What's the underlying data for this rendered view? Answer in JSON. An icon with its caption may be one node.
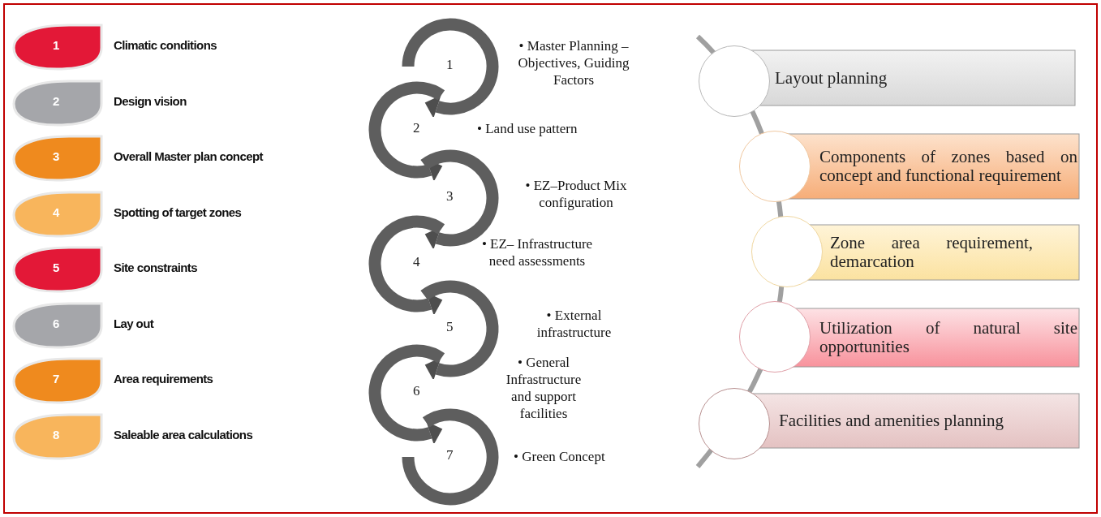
{
  "diagram": {
    "nodes": [
      {
        "text": [
          "1"
        ],
        "beside": [
          "Climatic conditions"
        ]
      },
      {
        "text": [
          "2"
        ],
        "beside": [
          "Design vision"
        ]
      },
      {
        "text": [
          "3"
        ],
        "beside": [
          "Overall Master plan concept"
        ]
      },
      {
        "text": [
          "4"
        ],
        "beside": [
          "Spotting of target zones"
        ]
      },
      {
        "text": [
          "5"
        ],
        "beside": [
          "Site constraints"
        ]
      },
      {
        "text": [
          "6"
        ],
        "beside": [
          "Lay out"
        ]
      },
      {
        "text": [
          "7"
        ],
        "beside": [
          "Area requirements"
        ]
      },
      {
        "text": [
          "8"
        ],
        "beside": [
          "Saleable area calculations"
        ]
      },
      {
        "text": [
          "1"
        ]
      },
      {
        "text": [
          "2"
        ]
      },
      {
        "text": [
          "3"
        ]
      },
      {
        "text": [
          "4"
        ]
      },
      {
        "text": [
          "5"
        ]
      },
      {
        "text": [
          "6"
        ]
      },
      {
        "text": [
          "7"
        ]
      },
      {
        "text": [
          "Layout planning"
        ]
      },
      {
        "text": [
          "Components of zones based on concept and functional requirement"
        ]
      },
      {
        "text": [
          "Zone area requirement, demarcation"
        ]
      },
      {
        "text": [
          "Utilization of natural site opportunities"
        ]
      },
      {
        "text": [
          "Facilities and amenities planning"
        ]
      }
    ],
    "labels": [
      "• Master Planning – Objectives, Guiding Factors",
      "• Land use pattern",
      "• EZ–Product Mix configuration",
      "• EZ– Infrastructure need assessments",
      "• External infrastructure",
      "• General Infrastructure and support facilities",
      "• Green Concept"
    ]
  }
}
